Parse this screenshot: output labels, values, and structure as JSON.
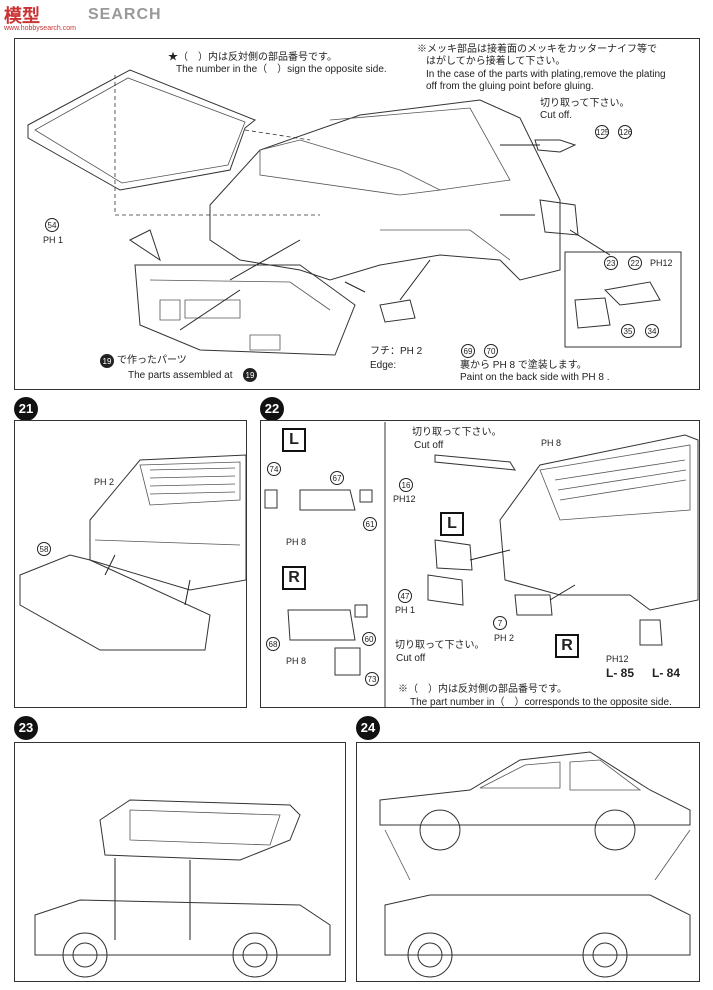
{
  "watermark": {
    "brand": "SEARCH",
    "cjk": "模型",
    "url": "www.hobbysearch.com"
  },
  "section_top": {
    "note_star_jp": "★（　）内は反対側の部品番号です。",
    "note_star_en": "The number in the（　）sign the opposite side.",
    "note_plating_jp1": "※メッキ部品は接着面のメッキをカッターナイフ等で",
    "note_plating_jp2": "はがしてから接着して下さい。",
    "note_plating_en1": "In the case of the parts with plating,remove the plating",
    "note_plating_en2": "off from the gluing point before gluing.",
    "cutoff_jp": "切り取って下さい。",
    "cutoff_en": "Cut off.",
    "part_125": "125",
    "part_126": "126",
    "part_54": "54",
    "ph_54": "PH 1",
    "part_23": "23",
    "part_22": "22",
    "ph_12": "PH12",
    "part_35": "35",
    "part_34": "34",
    "part_19": "19",
    "assembled_jp": "で作ったパーツ",
    "assembled_en": "The parts assembled at",
    "edge_jp": "フチ：PH 2",
    "edge_en": "Edge:",
    "part_69": "69",
    "part_70": "70",
    "paint_jp": "裏から PH 8 で塗装します。",
    "paint_en": "Paint on the back side with PH 8 ."
  },
  "step21": {
    "number": "21",
    "ph2": "PH 2",
    "part_58": "58"
  },
  "step22": {
    "number": "22",
    "L": "L",
    "R": "R",
    "part_74": "74",
    "part_67": "67",
    "part_61": "61",
    "ph8a": "PH 8",
    "part_68": "68",
    "part_60": "60",
    "ph8b": "PH 8",
    "part_73": "73",
    "cutoff_jp": "切り取って下さい。",
    "cutoff_en": "Cut off",
    "part_16": "16",
    "ph12": "PH12",
    "ph8c": "PH 8",
    "L2": "L",
    "part_47": "47",
    "ph1": "PH 1",
    "part_7": "7",
    "ph2": "PH 2",
    "cutoff2_jp": "切り取って下さい。",
    "cutoff2_en": "Cut off",
    "R2": "R",
    "ph12b": "PH12",
    "part_L85": "L- 85",
    "part_L84": "L- 84",
    "note_jp": "※（　）内は反対側の部品番号です。",
    "note_en": "The part number in（　）corresponds to the opposite side."
  },
  "step23": {
    "number": "23"
  },
  "step24": {
    "number": "24"
  }
}
